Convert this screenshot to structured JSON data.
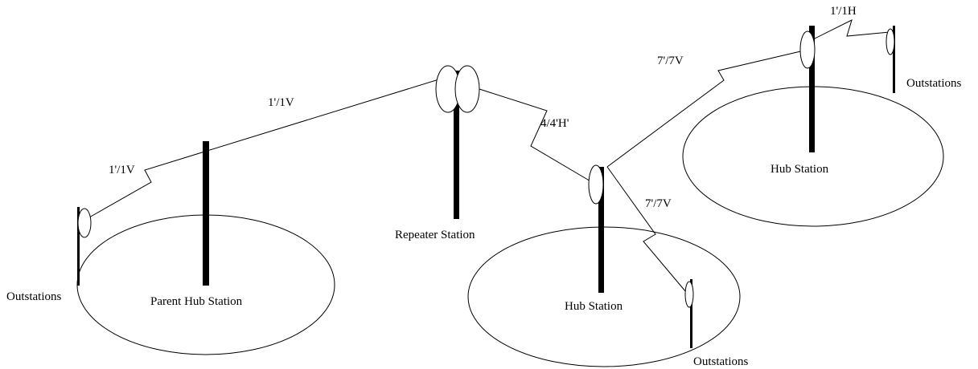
{
  "labels": {
    "parent_hub": "Parent Hub Station",
    "repeater": "Repeater Station",
    "hub_center": "Hub Station",
    "hub_right": "Hub Station",
    "outstations_left": "Outstations",
    "outstations_center": "Outstations",
    "outstations_right": "Outstations"
  },
  "links": {
    "outstation_to_parent": "1'/1V",
    "parent_to_repeater": "1'/1V",
    "repeater_to_hub": "4/4'H'",
    "hub_to_hub_right": "7'/7V",
    "hub_to_outstation": "7'/7V",
    "hub_right_to_outstation": "1'/1H"
  }
}
